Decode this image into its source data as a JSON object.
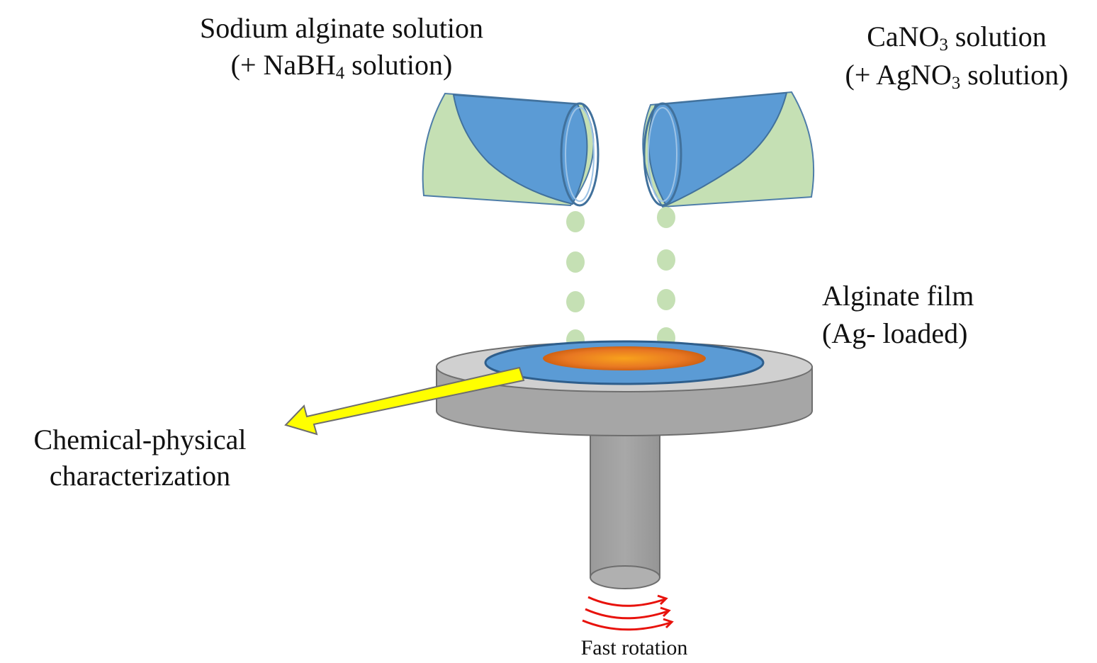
{
  "labels": {
    "left_line1": "Sodium alginate solution",
    "left_line2_pre": "(+ NaBH",
    "left_line2_sub": "4",
    "left_line2_post": " solution)",
    "right_line1_pre": "CaNO",
    "right_line1_sub": "3",
    "right_line1_post": " solution",
    "right_line2_pre": "(+ AgNO",
    "right_line2_sub": "3",
    "right_line2_post": " solution)",
    "film_line1": "Alginate film",
    "film_line2": "(Ag- loaded)",
    "char_line1": "Chemical-physical",
    "char_line2": "characterization",
    "rotation": "Fast rotation"
  },
  "colors": {
    "beaker_green": "#c5e0b4",
    "solution_blue": "#5b9bd5",
    "outline_blue": "#41719c",
    "platform_gray": "#a6a6a6",
    "platform_top": "#d0d0d0",
    "film_orange": "#e87722",
    "arrow_yellow": "#ffff00",
    "rotation_red": "#e8120c"
  },
  "icons": {
    "left_beaker": "tilted-beaker-icon",
    "right_beaker": "tilted-beaker-icon",
    "drops": "droplet-icon",
    "platform": "spin-coater-icon",
    "arrow": "yellow-arrow-icon",
    "rotation": "rotation-arrows-icon"
  }
}
